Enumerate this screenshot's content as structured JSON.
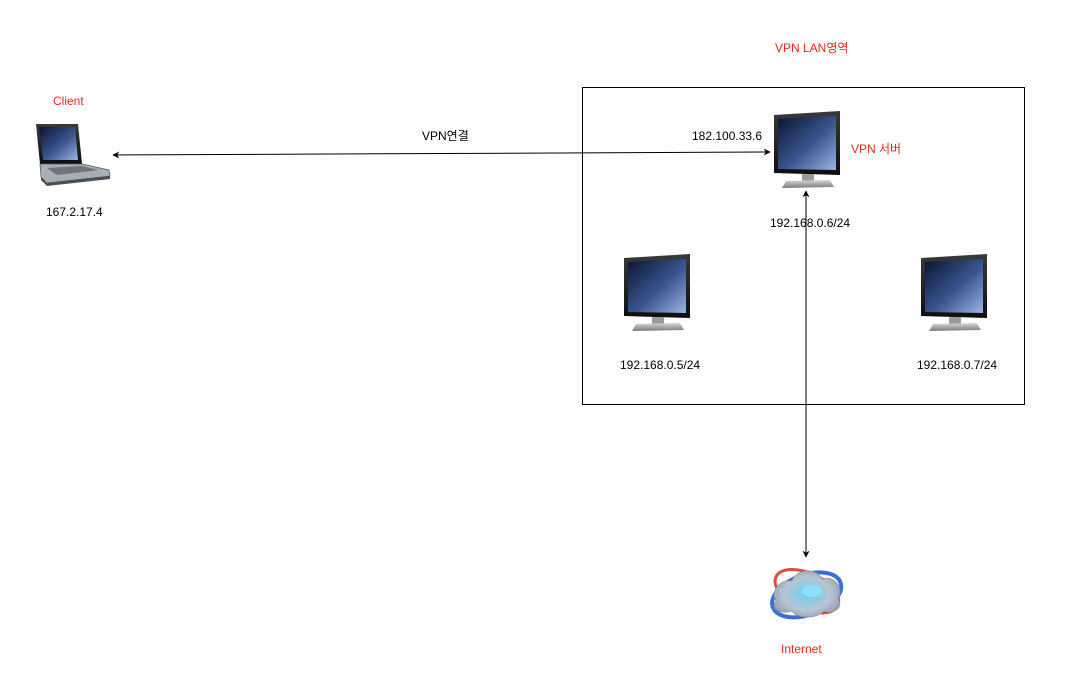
{
  "diagram": {
    "lan_area_label": "VPN LAN영역",
    "client": {
      "label": "Client",
      "ip": "167.2.17.4",
      "icon": "laptop-icon"
    },
    "connection_label": "VPN연결",
    "vpn_server": {
      "label": "VPN 서버",
      "public_ip": "182.100.33.6",
      "lan_ip": "192.168.0.6/24",
      "icon": "monitor-icon"
    },
    "lan_hosts": [
      {
        "ip": "192.168.0.5/24",
        "icon": "monitor-icon"
      },
      {
        "ip": "192.168.0.7/24",
        "icon": "monitor-icon"
      }
    ],
    "internet": {
      "label": "Internet",
      "icon": "globe-cloud-icon"
    },
    "colors": {
      "label_red": "#e8281e",
      "line": "#000000"
    }
  }
}
